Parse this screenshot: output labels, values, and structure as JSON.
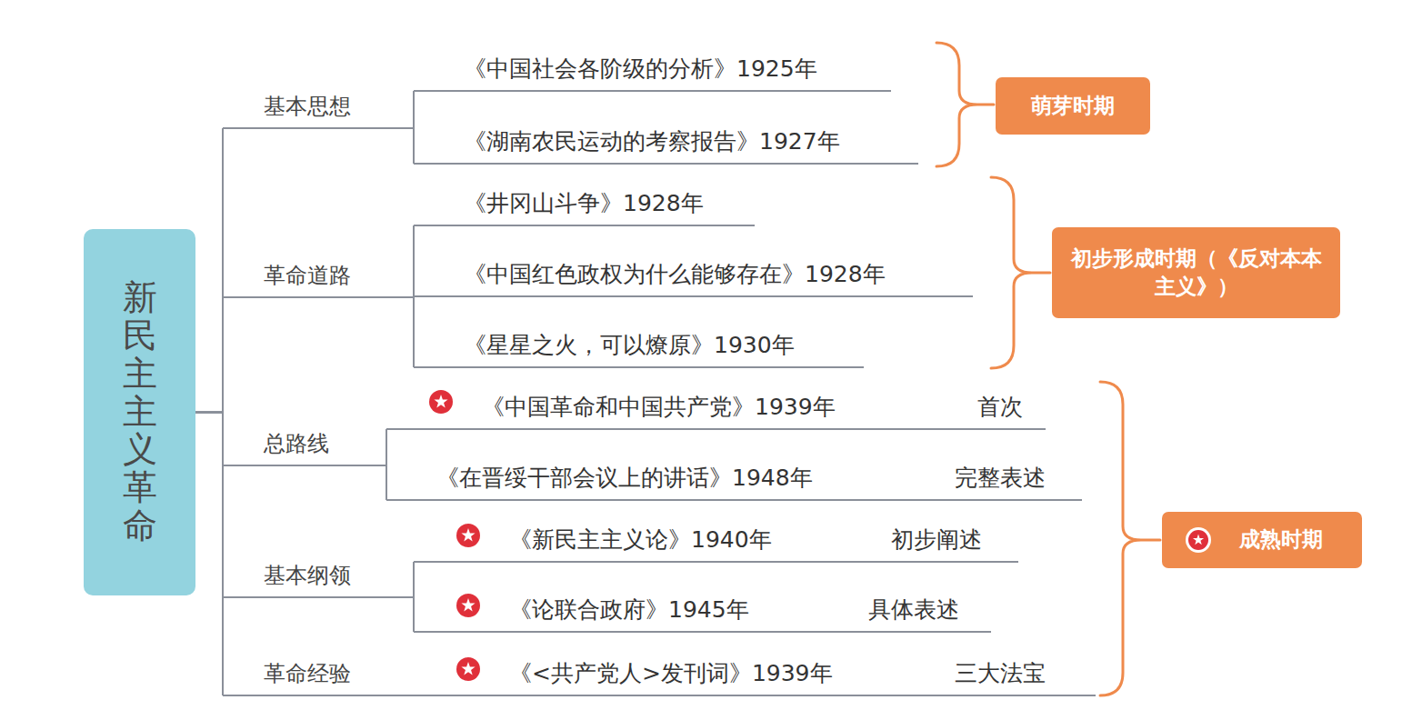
{
  "diagram": {
    "nodes": [
      {
        "text": [
          "新民主主义革命"
        ]
      },
      {
        "text": [
          "基本思想"
        ]
      },
      {
        "text": [
          "《中国社会各阶级的分析》1925年"
        ]
      },
      {
        "text": [
          "《湖南农民运动的考察报告》1927年"
        ]
      },
      {
        "text": [
          "萌芽时期"
        ]
      },
      {
        "text": [
          "革命道路"
        ]
      },
      {
        "text": [
          "《井冈山斗争》1928年"
        ]
      },
      {
        "text": [
          "《中国红色政权为什么能够存在》1928年"
        ]
      },
      {
        "text": [
          "《星星之火，可以燎原》1930年"
        ]
      },
      {
        "text": [
          "初步形成时期（《反对本本主义》）"
        ]
      },
      {
        "text": [
          "总路线"
        ]
      },
      {
        "text": [
          "《中国革命和中国共产党》1939年",
          "首次"
        ]
      },
      {
        "text": [
          "《在晋绥干部会议上的讲话》1948年",
          "完整表述"
        ]
      },
      {
        "text": [
          "基本纲领"
        ]
      },
      {
        "text": [
          "《新民主主义论》1940年",
          "初步阐述"
        ]
      },
      {
        "text": [
          "《论联合政府》1945年",
          "具体表述"
        ]
      },
      {
        "text": [
          "革命经验"
        ]
      },
      {
        "text": [
          "《<共产党人>发刊词》1939年",
          "三大法宝"
        ]
      },
      {
        "text": [
          "成熟时期"
        ]
      }
    ],
    "edges": [
      {
        "from": 0,
        "to": 1,
        "arrow": "none"
      },
      {
        "from": 0,
        "to": 5,
        "arrow": "none"
      },
      {
        "from": 0,
        "to": 10,
        "arrow": "none"
      },
      {
        "from": 0,
        "to": 13,
        "arrow": "none"
      },
      {
        "from": 0,
        "to": 16,
        "arrow": "none"
      },
      {
        "from": 1,
        "to": 2,
        "arrow": "none"
      },
      {
        "from": 1,
        "to": 3,
        "arrow": "none"
      },
      {
        "from": 5,
        "to": 6,
        "arrow": "none"
      },
      {
        "from": 5,
        "to": 7,
        "arrow": "none"
      },
      {
        "from": 5,
        "to": 8,
        "arrow": "none"
      },
      {
        "from": 10,
        "to": 11,
        "arrow": "none"
      },
      {
        "from": 10,
        "to": 12,
        "arrow": "none"
      },
      {
        "from": 13,
        "to": 14,
        "arrow": "none"
      },
      {
        "from": 13,
        "to": 15,
        "arrow": "none"
      },
      {
        "from": 16,
        "to": 17,
        "arrow": "none"
      }
    ]
  }
}
